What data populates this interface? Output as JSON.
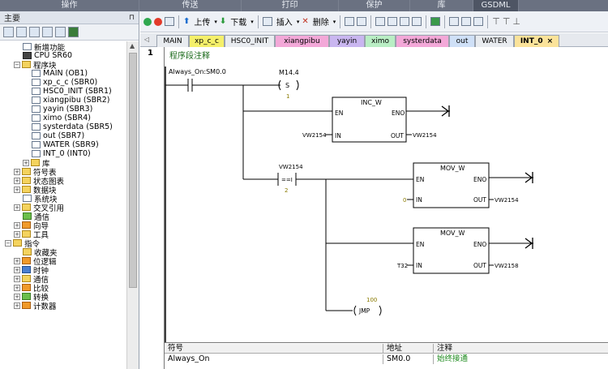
{
  "menubar": {
    "tabs": [
      "操作",
      "传送",
      "打印",
      "保护",
      "库",
      "GSDML"
    ]
  },
  "left_panel": {
    "title": "主要",
    "pin": "⊓"
  },
  "tree": [
    {
      "label": "新增功能",
      "indent": 2,
      "icon": "doc"
    },
    {
      "label": "CPU SR60",
      "indent": 2,
      "icon": "cpu"
    },
    {
      "label": "程序块",
      "indent": 1,
      "icon": "folder",
      "exp": "−"
    },
    {
      "label": "MAIN (OB1)",
      "indent": 3,
      "icon": "doc"
    },
    {
      "label": "xp_c_c (SBR0)",
      "indent": 3,
      "icon": "doc"
    },
    {
      "label": "HSC0_INIT (SBR1)",
      "indent": 3,
      "icon": "doc"
    },
    {
      "label": "xiangpibu (SBR2)",
      "indent": 3,
      "icon": "doc"
    },
    {
      "label": "yayin (SBR3)",
      "indent": 3,
      "icon": "doc"
    },
    {
      "label": "ximo (SBR4)",
      "indent": 3,
      "icon": "doc"
    },
    {
      "label": "systerdata (SBR5)",
      "indent": 3,
      "icon": "doc"
    },
    {
      "label": "out (SBR7)",
      "indent": 3,
      "icon": "doc"
    },
    {
      "label": "WATER (SBR9)",
      "indent": 3,
      "icon": "doc"
    },
    {
      "label": "INT_0 (INT0)",
      "indent": 3,
      "icon": "doc"
    },
    {
      "label": "库",
      "indent": 2,
      "icon": "folder",
      "exp": "+"
    },
    {
      "label": "符号表",
      "indent": 1,
      "icon": "folder",
      "exp": "+"
    },
    {
      "label": "状态图表",
      "indent": 1,
      "icon": "folder",
      "exp": "+"
    },
    {
      "label": "数据块",
      "indent": 1,
      "icon": "folder",
      "exp": "+"
    },
    {
      "label": "系统块",
      "indent": 2,
      "icon": "doc"
    },
    {
      "label": "交叉引用",
      "indent": 1,
      "icon": "folder",
      "exp": "+"
    },
    {
      "label": "通信",
      "indent": 2,
      "icon": "green"
    },
    {
      "label": "向导",
      "indent": 1,
      "icon": "orange",
      "exp": "+"
    },
    {
      "label": "工具",
      "indent": 1,
      "icon": "folder",
      "exp": "+"
    },
    {
      "label": "指令",
      "indent": 0,
      "icon": "folder",
      "exp": "−"
    },
    {
      "label": "收藏夹",
      "indent": 2,
      "icon": "folder"
    },
    {
      "label": "位逻辑",
      "indent": 1,
      "icon": "orange",
      "exp": "+"
    },
    {
      "label": "时钟",
      "indent": 1,
      "icon": "blue",
      "exp": "+"
    },
    {
      "label": "通信",
      "indent": 1,
      "icon": "folder",
      "exp": "+"
    },
    {
      "label": "比较",
      "indent": 1,
      "icon": "orange",
      "exp": "+"
    },
    {
      "label": "转换",
      "indent": 1,
      "icon": "green",
      "exp": "+"
    },
    {
      "label": "计数器",
      "indent": 1,
      "icon": "orange",
      "exp": "+"
    }
  ],
  "toolbar": {
    "upload": "上传",
    "download": "下载",
    "insert": "插入",
    "delete": "删除"
  },
  "tabs": [
    {
      "label": "MAIN",
      "color": "#e9ecf0"
    },
    {
      "label": "xp_c_c",
      "color": "#f5f06a"
    },
    {
      "label": "HSC0_INIT",
      "color": "#e9ecf0"
    },
    {
      "label": "xiangpibu",
      "color": "#f3a8d8"
    },
    {
      "label": "yayin",
      "color": "#c9b6f0"
    },
    {
      "label": "ximo",
      "color": "#b9eec4"
    },
    {
      "label": "systerdata",
      "color": "#f3a8d8"
    },
    {
      "label": "out",
      "color": "#cfe0f7"
    },
    {
      "label": "WATER",
      "color": "#e9ecf0"
    },
    {
      "label": "INT_0",
      "color": "#fbe39a",
      "close": "×"
    }
  ],
  "editor": {
    "network_number": "1",
    "comment": "程序段注释",
    "contact1": "Always_On:SM0.0",
    "coil1_addr": "M14.4",
    "coil1_type": "S",
    "coil1_n": "1",
    "inc_name": "INC_W",
    "inc_en": "EN",
    "inc_eno": "ENO",
    "inc_in": "IN",
    "inc_out": "OUT",
    "inc_in_val": "VW2154",
    "inc_out_val": "VW2154",
    "cmp_addr": "VW2154",
    "cmp_op": "==I",
    "cmp_val": "2",
    "mov1_name": "MOV_W",
    "mov1_en": "EN",
    "mov1_eno": "ENO",
    "mov1_in": "IN",
    "mov1_out": "OUT",
    "mov1_in_val": "0",
    "mov1_out_val": "VW2154",
    "mov2_name": "MOV_W",
    "mov2_en": "EN",
    "mov2_eno": "ENO",
    "mov2_in": "IN",
    "mov2_out": "OUT",
    "mov2_in_val": "T32",
    "mov2_out_val": "VW2158",
    "jmp_label": "100",
    "jmp_name": "JMP"
  },
  "symbol_table": {
    "headers": [
      "符号",
      "地址",
      "注释"
    ],
    "row": [
      "Always_On",
      "SM0.0",
      "始终接通"
    ]
  },
  "colors": {
    "rail": "#000000",
    "comment_green": "#1d6b1d",
    "value_olive": "#8a7a00"
  }
}
